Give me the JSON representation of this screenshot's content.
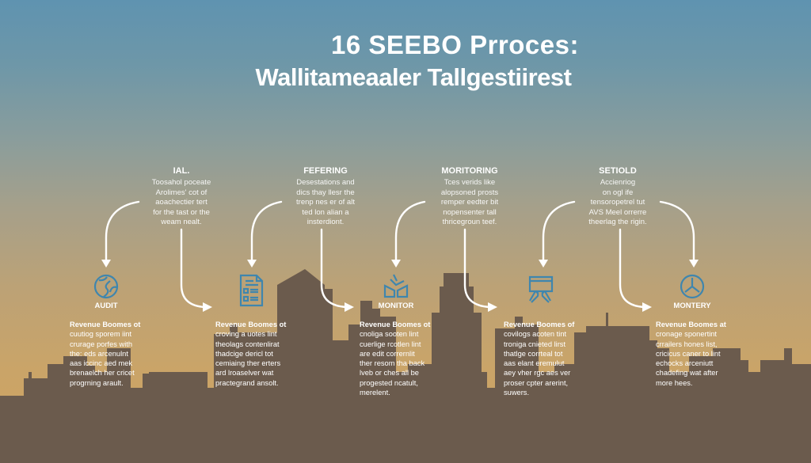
{
  "header": {
    "title_line1": "16 SEEBO Prroces:",
    "title_line2": "Wallitameaaler Tallgestiirest"
  },
  "top_blocks": [
    {
      "heading": "IAL.",
      "lines": [
        "Toosahol poceate",
        "Arolimes' cot of",
        "aoachectier tert",
        "for the tast or the",
        "weam nealt."
      ]
    },
    {
      "heading": "FEFERING",
      "lines": [
        "Desestations and",
        "dics thay llesr the",
        "trenp nes er of alt",
        "ted lon alian a",
        "insterdiont."
      ]
    },
    {
      "heading": "MORITORING",
      "lines": [
        "Tces verids like",
        "alopsoned prosts",
        "remper eedter bit",
        "nopensenter tall",
        "thricegroun teef."
      ]
    },
    {
      "heading": "SETIOLD",
      "lines": [
        "Accienriog",
        "on ogl ife",
        "tensoropetrel tut",
        "AVS Meel orrerre",
        "theerlag the rigin."
      ]
    }
  ],
  "steps": [
    {
      "icon": "globe-icon",
      "label": "AUDIT",
      "lines": [
        "Revenue Boomes ot",
        "cuutiog sporem iint",
        "crurage porfes with",
        "the: eds arcenulnt",
        "aas iccinc aed mek",
        "brenaelch her cricet",
        "progrning arault."
      ]
    },
    {
      "icon": "document-icon",
      "label": "",
      "lines": [
        "Revenue Boomes ot",
        "croving a uotes lint",
        "theolags contenlirat",
        "thadcige dericl tot",
        "cemiaing ther erters",
        "ard lroaselver wat",
        "practegrand ansolt."
      ]
    },
    {
      "icon": "box-arrow-icon",
      "label": "MONITOR",
      "lines": [
        "Revenue Boomes ot",
        "cnoliga sooten lint",
        "cuerlige rcotlen lint",
        "are edit corrernlit",
        "ther resom tha back",
        "lveb or ches all be",
        "progested ncatult,",
        "merelent."
      ]
    },
    {
      "icon": "monitor-tools-icon",
      "label": "",
      "lines": [
        "Revenue Boomes of",
        "covilogs acoten tint",
        "troniga cnieted lirst",
        "thatlge corrteal tot",
        "aas elant eremulut",
        "aey vher rgc aes ver",
        "proser cpter arerint,",
        "suwers."
      ]
    },
    {
      "icon": "steering-wheel-icon",
      "label": "MONTERY",
      "lines": [
        "Revenue Boomes at",
        "cronage sponertint",
        "crrailers hones list,",
        "cricicus caner to lint",
        "echocks arceniutt",
        "chadefing wat after",
        "more hees."
      ]
    }
  ],
  "colors": {
    "sky_top": "#5f93b0",
    "sky_bottom": "#d1a660",
    "skyline": "#6b5b4d",
    "icon_blue": "#3f86ae",
    "text": "#ffffff"
  }
}
